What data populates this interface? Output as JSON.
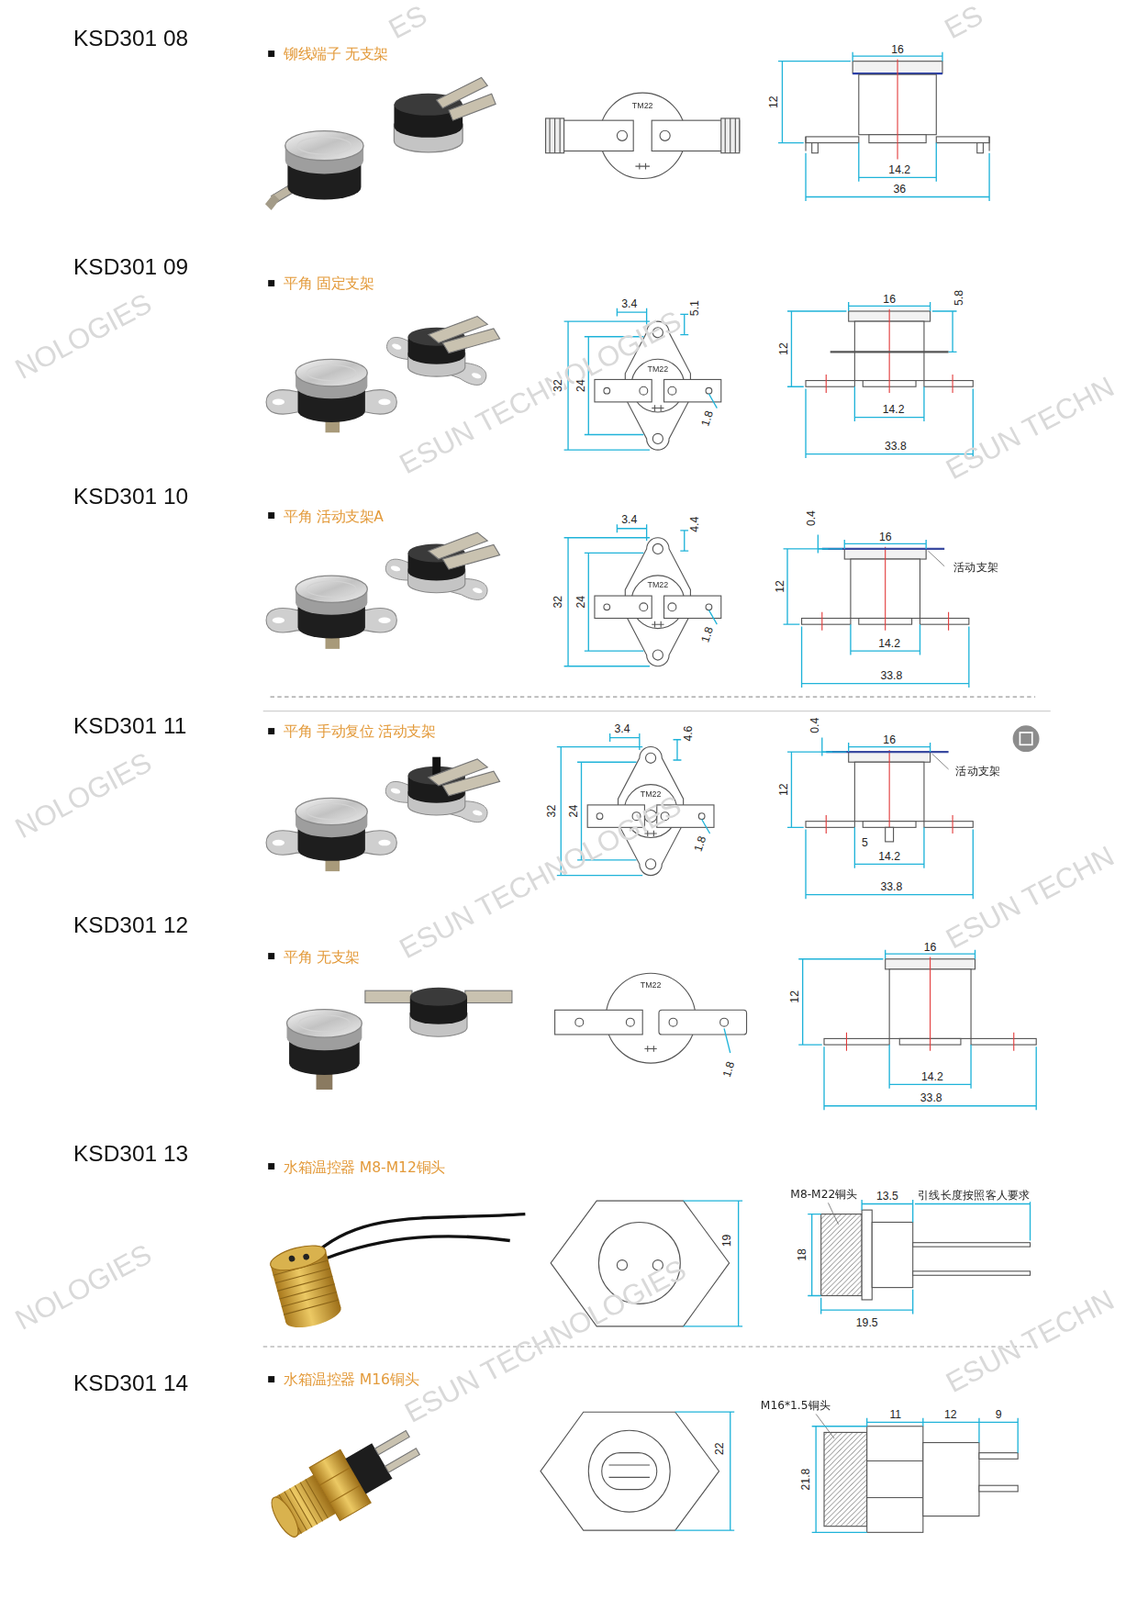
{
  "diagram": {
    "labels": [
      "KSD301 08",
      "■",
      "铆线端子 无支架",
      "TM22",
      "16",
      "12",
      "14.2",
      "36",
      "KSD301 09",
      "■",
      "平角 固定支架",
      "3.4",
      "5.1",
      "32",
      "24",
      "TM22",
      "1.8",
      "16",
      "5.8",
      "12",
      "14.2",
      "33.8",
      "KSD301 10",
      "■",
      "平角 活动支架A",
      "3.4",
      "4.4",
      "32",
      "24",
      "TM22",
      "1.8",
      "0.4",
      "16",
      "12",
      "活动支架",
      "14.2",
      "33.8",
      "KSD301 11",
      "■",
      "平角 手动复位 活动支架",
      "3.4",
      "4.6",
      "32",
      "24",
      "TM22",
      "1.8",
      "0.4",
      "16",
      "12",
      "活动支架",
      "5",
      "14.2",
      "33.8",
      "KSD301 12",
      "■",
      "平角 无支架",
      "TM22",
      "1.8",
      "16",
      "12",
      "14.2",
      "33.8",
      "KSD301 13",
      "■",
      "水箱温控器 M8-M12铜头",
      "19",
      "M8-M22铜头",
      "13.5",
      "引线长度按照客人要求",
      "18",
      "19.5",
      "KSD301 14",
      "■",
      "水箱温控器 M16铜头",
      "22",
      "M16*1.5铜头",
      "11",
      "12",
      "9",
      "21.8",
      "ES",
      "ES",
      "NOLOGIES",
      "ESUN TECHNOLOGIES",
      "ESUN TECHN",
      "NOLOGIES",
      "ESUN TECHNOLOGIES",
      "ESUN TECHN",
      "NOLOGIES",
      "ESUN TECHNOLOGIES",
      "ESUN TECHN"
    ]
  }
}
